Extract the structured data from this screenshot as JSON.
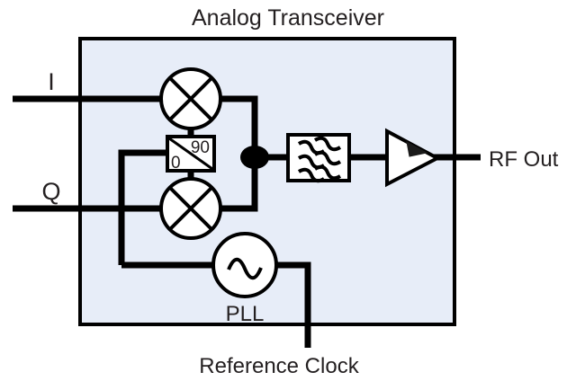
{
  "diagram": {
    "title": "Analog Transceiver",
    "colors": {
      "chassis_fill": "#e7edf8",
      "line": "#000000",
      "block_fill": "#ffffff",
      "text": "#231f20",
      "page_background": "#ffffff"
    },
    "inputs": [
      {
        "id": "i-input",
        "label": "I"
      },
      {
        "id": "q-input",
        "label": "Q"
      }
    ],
    "outputs": [
      {
        "id": "rf-output",
        "label": "RF Out"
      }
    ],
    "external": [
      {
        "id": "reference-clock",
        "label": "Reference Clock"
      }
    ],
    "blocks": [
      {
        "id": "mixer-i",
        "type": "mixer",
        "label": "",
        "icon": "mixer-icon"
      },
      {
        "id": "mixer-q",
        "type": "mixer",
        "label": "",
        "icon": "mixer-icon"
      },
      {
        "id": "phase-shifter",
        "type": "quadrature-splitter",
        "icon": "phase-splitter-icon",
        "top_label": "90",
        "bottom_label": "0"
      },
      {
        "id": "bandpass-filter",
        "type": "filter",
        "label": "",
        "icon": "filter-icon"
      },
      {
        "id": "power-amplifier",
        "type": "amplifier",
        "label": "",
        "icon": "amplifier-icon"
      },
      {
        "id": "pll",
        "type": "oscillator",
        "label": "PLL",
        "icon": "sine-wave-icon"
      }
    ],
    "junctions": [
      {
        "id": "summing-node",
        "label": ""
      }
    ]
  }
}
